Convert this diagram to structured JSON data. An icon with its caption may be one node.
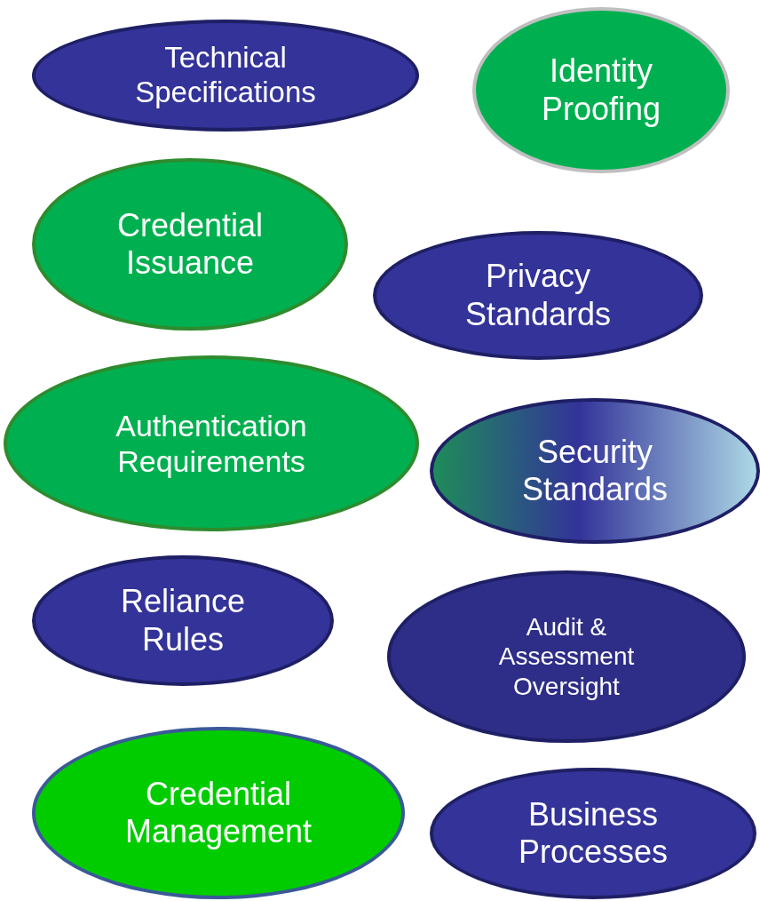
{
  "diagram": {
    "nodes": [
      {
        "text": [
          "Technical Specifications"
        ]
      },
      {
        "text": [
          "Identity Proofing"
        ]
      },
      {
        "text": [
          "Credential Issuance"
        ]
      },
      {
        "text": [
          "Privacy Standards"
        ]
      },
      {
        "text": [
          "Authentication Requirements"
        ]
      },
      {
        "text": [
          "Security Standards"
        ]
      },
      {
        "text": [
          "Reliance Rules"
        ]
      },
      {
        "text": [
          "Audit & Assessment Oversight"
        ]
      },
      {
        "text": [
          "Credential Management"
        ]
      },
      {
        "text": [
          "Business Processes"
        ]
      }
    ]
  }
}
